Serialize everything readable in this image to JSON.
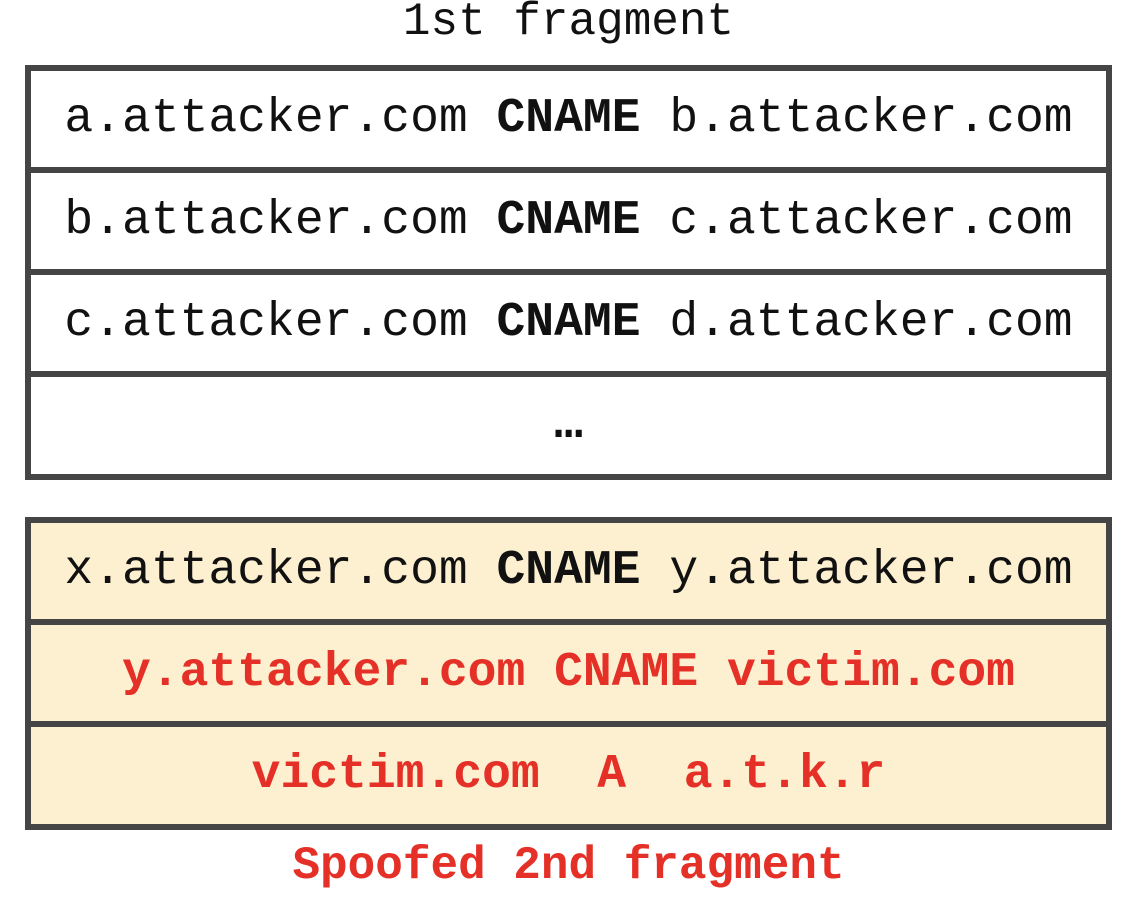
{
  "first_fragment": {
    "title": "1st fragment",
    "rows": [
      {
        "name": "a.attacker.com",
        "type": "CNAME",
        "value": "b.attacker.com"
      },
      {
        "name": "b.attacker.com",
        "type": "CNAME",
        "value": "c.attacker.com"
      },
      {
        "name": "c.attacker.com",
        "type": "CNAME",
        "value": "d.attacker.com"
      }
    ],
    "ellipsis": "…"
  },
  "second_fragment": {
    "title": "Spoofed 2nd fragment",
    "rows": [
      {
        "name": "x.attacker.com",
        "type": "CNAME",
        "value": "y.attacker.com"
      },
      {
        "name": "y.attacker.com",
        "type": "CNAME",
        "value": "victim.com"
      },
      {
        "name": "victim.com",
        "type": "A",
        "value": "a.t.k.r"
      }
    ]
  },
  "colors": {
    "spoofed": "#e53027",
    "spoofed_bg": "#fdf0d0",
    "border": "#454545"
  }
}
